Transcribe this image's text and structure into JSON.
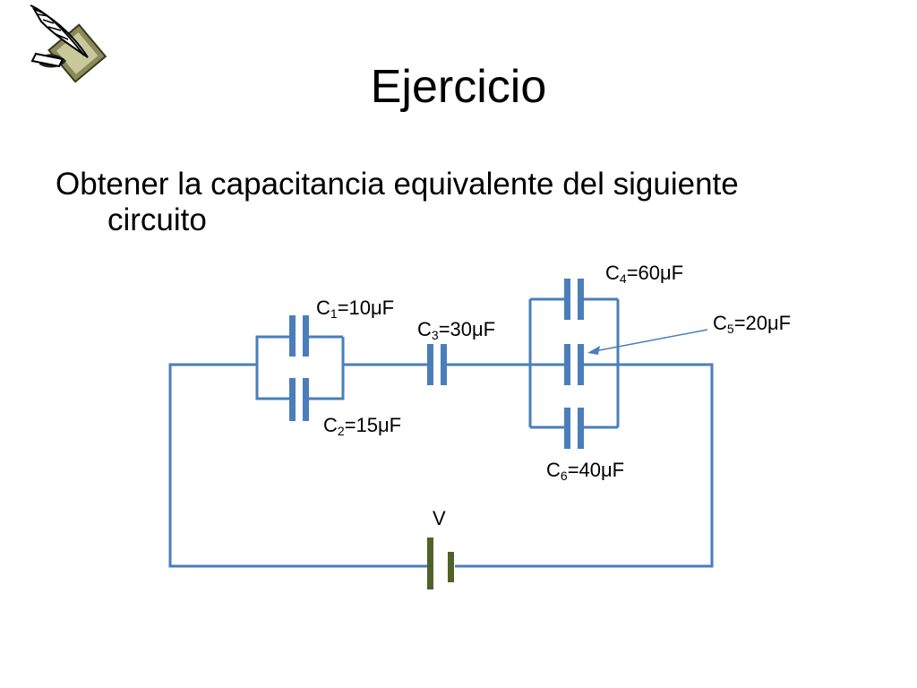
{
  "slide": {
    "title": "Ejercicio",
    "instruction_line1": "Obtener la capacitancia equivalente del siguiente",
    "instruction_line2": "circuito"
  },
  "capacitors": [
    {
      "id": "C1",
      "letter": "C",
      "sub": "1",
      "value": "=10μF"
    },
    {
      "id": "C2",
      "letter": "C",
      "sub": "2",
      "value": "=15μF"
    },
    {
      "id": "C3",
      "letter": "C",
      "sub": "3",
      "value": "=30μF"
    },
    {
      "id": "C4",
      "letter": "C",
      "sub": "4",
      "value": "=60μF"
    },
    {
      "id": "C5",
      "letter": "C",
      "sub": "5",
      "value": "=20μF"
    },
    {
      "id": "C6",
      "letter": "C",
      "sub": "6",
      "value": "=40μF"
    }
  ],
  "source": {
    "label": "V"
  },
  "colors": {
    "wire": "#4a7ebb",
    "plate": "#4a7ebb",
    "battery": "#4f6228",
    "arrow": "#4a7ebb"
  },
  "icons": {
    "logo": "quill-pen-icon"
  }
}
